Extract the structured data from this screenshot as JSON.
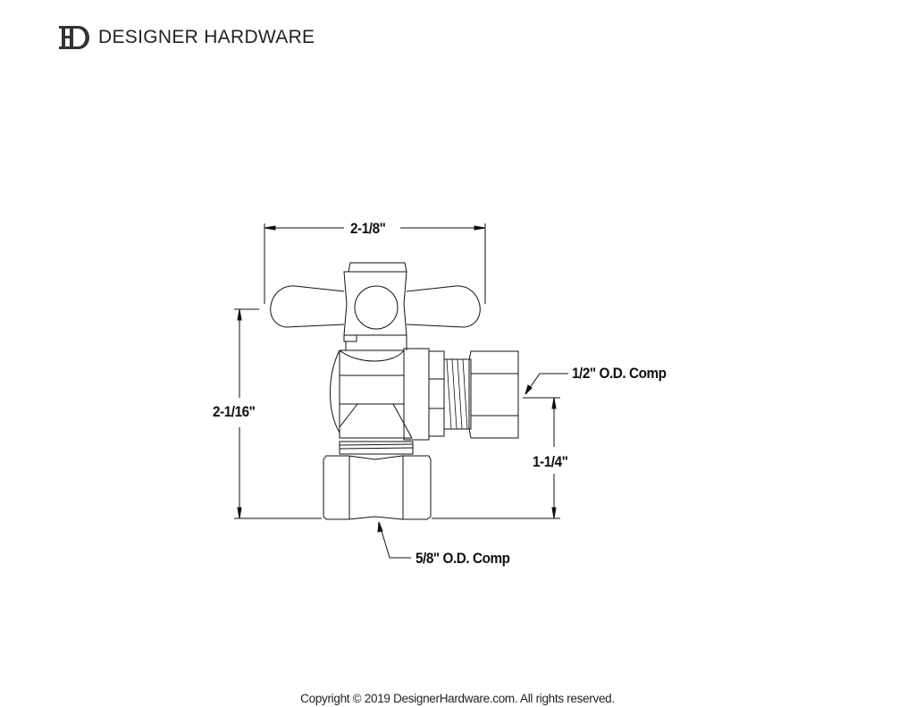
{
  "header": {
    "brand_name": "DESIGNER HARDWARE",
    "logo_monogram": "DH"
  },
  "drawing": {
    "dimensions": {
      "overall_width": "2-1/8\"",
      "overall_height": "2-1/16\"",
      "outlet_height": "1-1/4\""
    },
    "callouts": {
      "outlet": "1/2\" O.D. Comp",
      "inlet": "5/8\" O.D. Comp"
    }
  },
  "footer": {
    "copyright": "Copyright © 2019 DesignerHardware.com. All rights reserved."
  }
}
